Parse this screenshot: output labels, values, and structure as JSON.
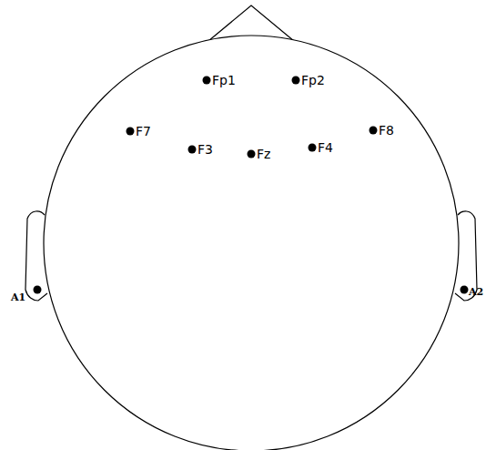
{
  "diagram": {
    "labels": [
      "Fp1",
      "Fp2",
      "F7",
      "F3",
      "Fz",
      "F4",
      "F8",
      "A1",
      "A2"
    ]
  }
}
